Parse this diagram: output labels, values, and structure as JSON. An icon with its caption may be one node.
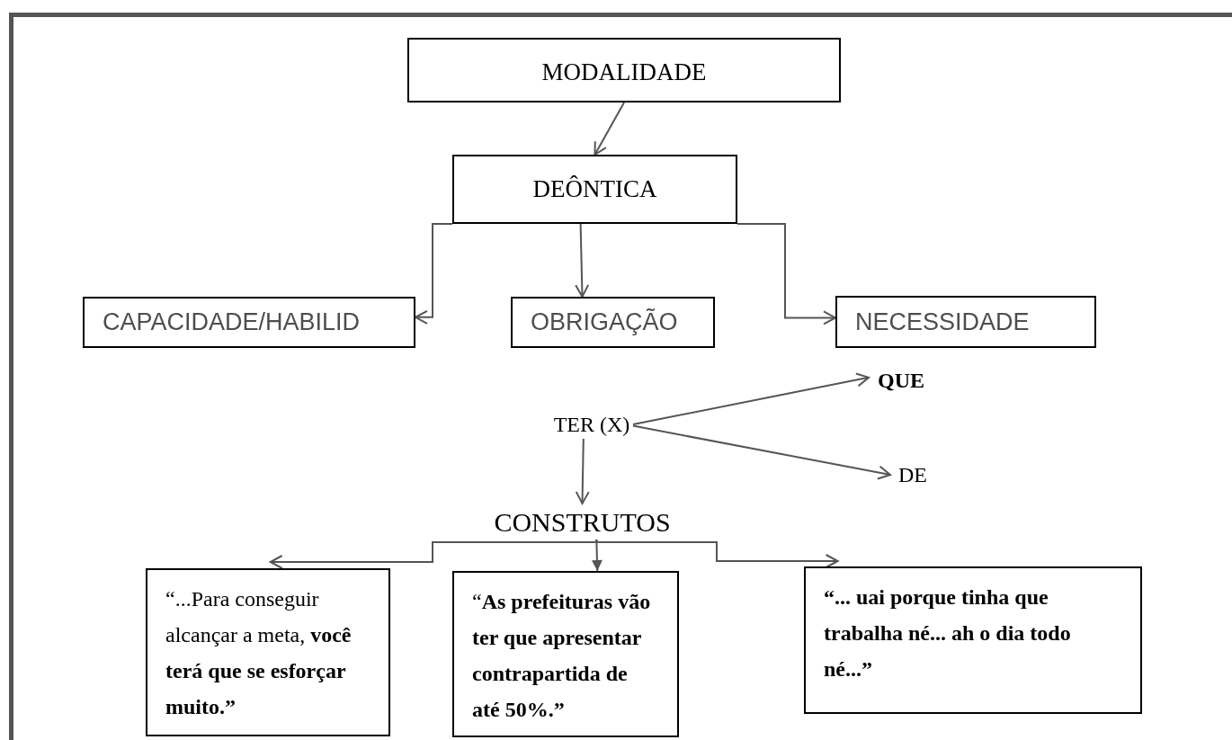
{
  "diagram": {
    "nodes": [
      {
        "text": [
          "MODALIDADE"
        ]
      },
      {
        "text": [
          "DEÔNTICA"
        ]
      },
      {
        "text": [
          "CAPACIDADE/HABILID"
        ]
      },
      {
        "text": [
          "OBRIGAÇÃO"
        ]
      },
      {
        "text": [
          "NECESSIDADE"
        ]
      },
      {
        "text": [
          "TER (X)"
        ]
      },
      {
        "text": [
          "QUE"
        ]
      },
      {
        "text": [
          "DE"
        ]
      },
      {
        "text": [
          "CONSTRUTOS"
        ]
      },
      {
        "text": [
          "“...Para conseguir alcançar a meta, **você terá que se esforçar muito.”**"
        ]
      },
      {
        "text": [
          "“**As prefeituras vão ter que apresentar contrapartida de até 50%.”**"
        ]
      },
      {
        "text": [
          "“... uai porque tinha que trabalha né... ah o dia todo né...”"
        ]
      }
    ],
    "edges": [
      {
        "from": 0,
        "to": 1,
        "arrow": "to"
      },
      {
        "from": 1,
        "to": 2,
        "arrow": "to"
      },
      {
        "from": 1,
        "to": 3,
        "arrow": "to"
      },
      {
        "from": 1,
        "to": 4,
        "arrow": "to"
      },
      {
        "from": 5,
        "to": 6,
        "arrow": "to"
      },
      {
        "from": 5,
        "to": 7,
        "arrow": "to"
      },
      {
        "from": 5,
        "to": 8,
        "arrow": "to"
      },
      {
        "from": 8,
        "to": 9,
        "arrow": "to"
      },
      {
        "from": 8,
        "to": 10,
        "arrow": "to"
      },
      {
        "from": 8,
        "to": 11,
        "arrow": "to"
      }
    ]
  }
}
